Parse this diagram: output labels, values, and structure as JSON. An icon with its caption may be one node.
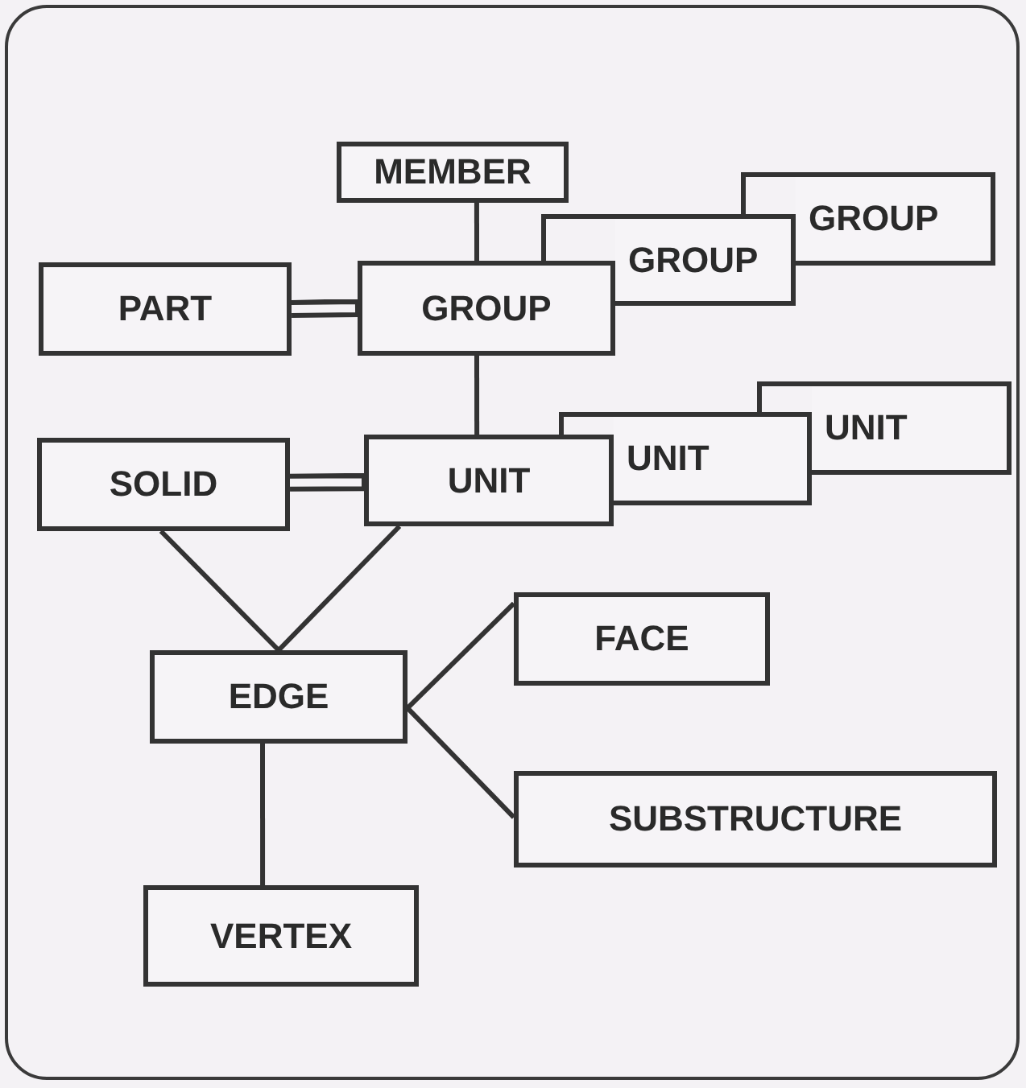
{
  "diagram": {
    "nodes": [
      {
        "text": [
          "MEMBER"
        ]
      },
      {
        "text": [
          "PART"
        ]
      },
      {
        "text": [
          "GROUP"
        ]
      },
      {
        "text": [
          "GROUP"
        ]
      },
      {
        "text": [
          "GROUP"
        ]
      },
      {
        "text": [
          "SOLID"
        ]
      },
      {
        "text": [
          "UNIT"
        ]
      },
      {
        "text": [
          "UNIT"
        ]
      },
      {
        "text": [
          "UNIT"
        ]
      },
      {
        "text": [
          "FACE"
        ]
      },
      {
        "text": [
          "EDGE"
        ]
      },
      {
        "text": [
          "SUBSTRUCTURE"
        ]
      },
      {
        "text": [
          "VERTEX"
        ]
      }
    ],
    "edges": [
      {
        "from": 0,
        "to": 2,
        "arrow": "none"
      },
      {
        "from": 1,
        "to": 2,
        "arrow": "none"
      },
      {
        "from": 2,
        "to": 6,
        "arrow": "none"
      },
      {
        "from": 5,
        "to": 6,
        "arrow": "none"
      },
      {
        "from": 5,
        "to": 10,
        "arrow": "none"
      },
      {
        "from": 6,
        "to": 10,
        "arrow": "none"
      },
      {
        "from": 10,
        "to": 9,
        "arrow": "none"
      },
      {
        "from": 10,
        "to": 11,
        "arrow": "none"
      },
      {
        "from": 10,
        "to": 12,
        "arrow": "none"
      }
    ]
  }
}
